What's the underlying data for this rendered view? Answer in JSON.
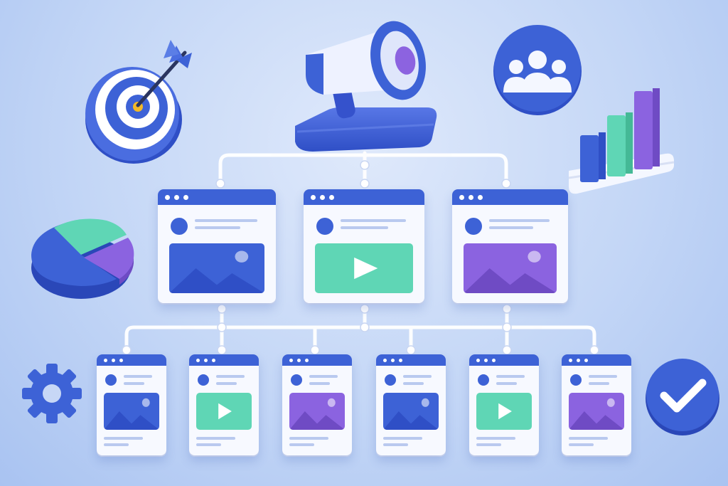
{
  "scene": "marketing-content-hierarchy-illustration",
  "colors": {
    "blue": "#3d62d6",
    "teal": "#5fd6b5",
    "purple": "#8b63e0",
    "white": "#f7f9ff",
    "gold": "#f3b926"
  },
  "icons": [
    "target-icon",
    "megaphone-icon",
    "users-icon",
    "bar-chart-icon",
    "pie-chart-icon",
    "gear-icon",
    "check-icon"
  ],
  "top_cards": [
    {
      "media": "image",
      "color": "blue"
    },
    {
      "media": "video",
      "color": "teal"
    },
    {
      "media": "image",
      "color": "purple"
    }
  ],
  "bottom_cards": [
    {
      "media": "image",
      "color": "blue"
    },
    {
      "media": "video",
      "color": "teal"
    },
    {
      "media": "image",
      "color": "purple"
    },
    {
      "media": "image",
      "color": "blue"
    },
    {
      "media": "video",
      "color": "teal"
    },
    {
      "media": "image",
      "color": "purple"
    }
  ]
}
